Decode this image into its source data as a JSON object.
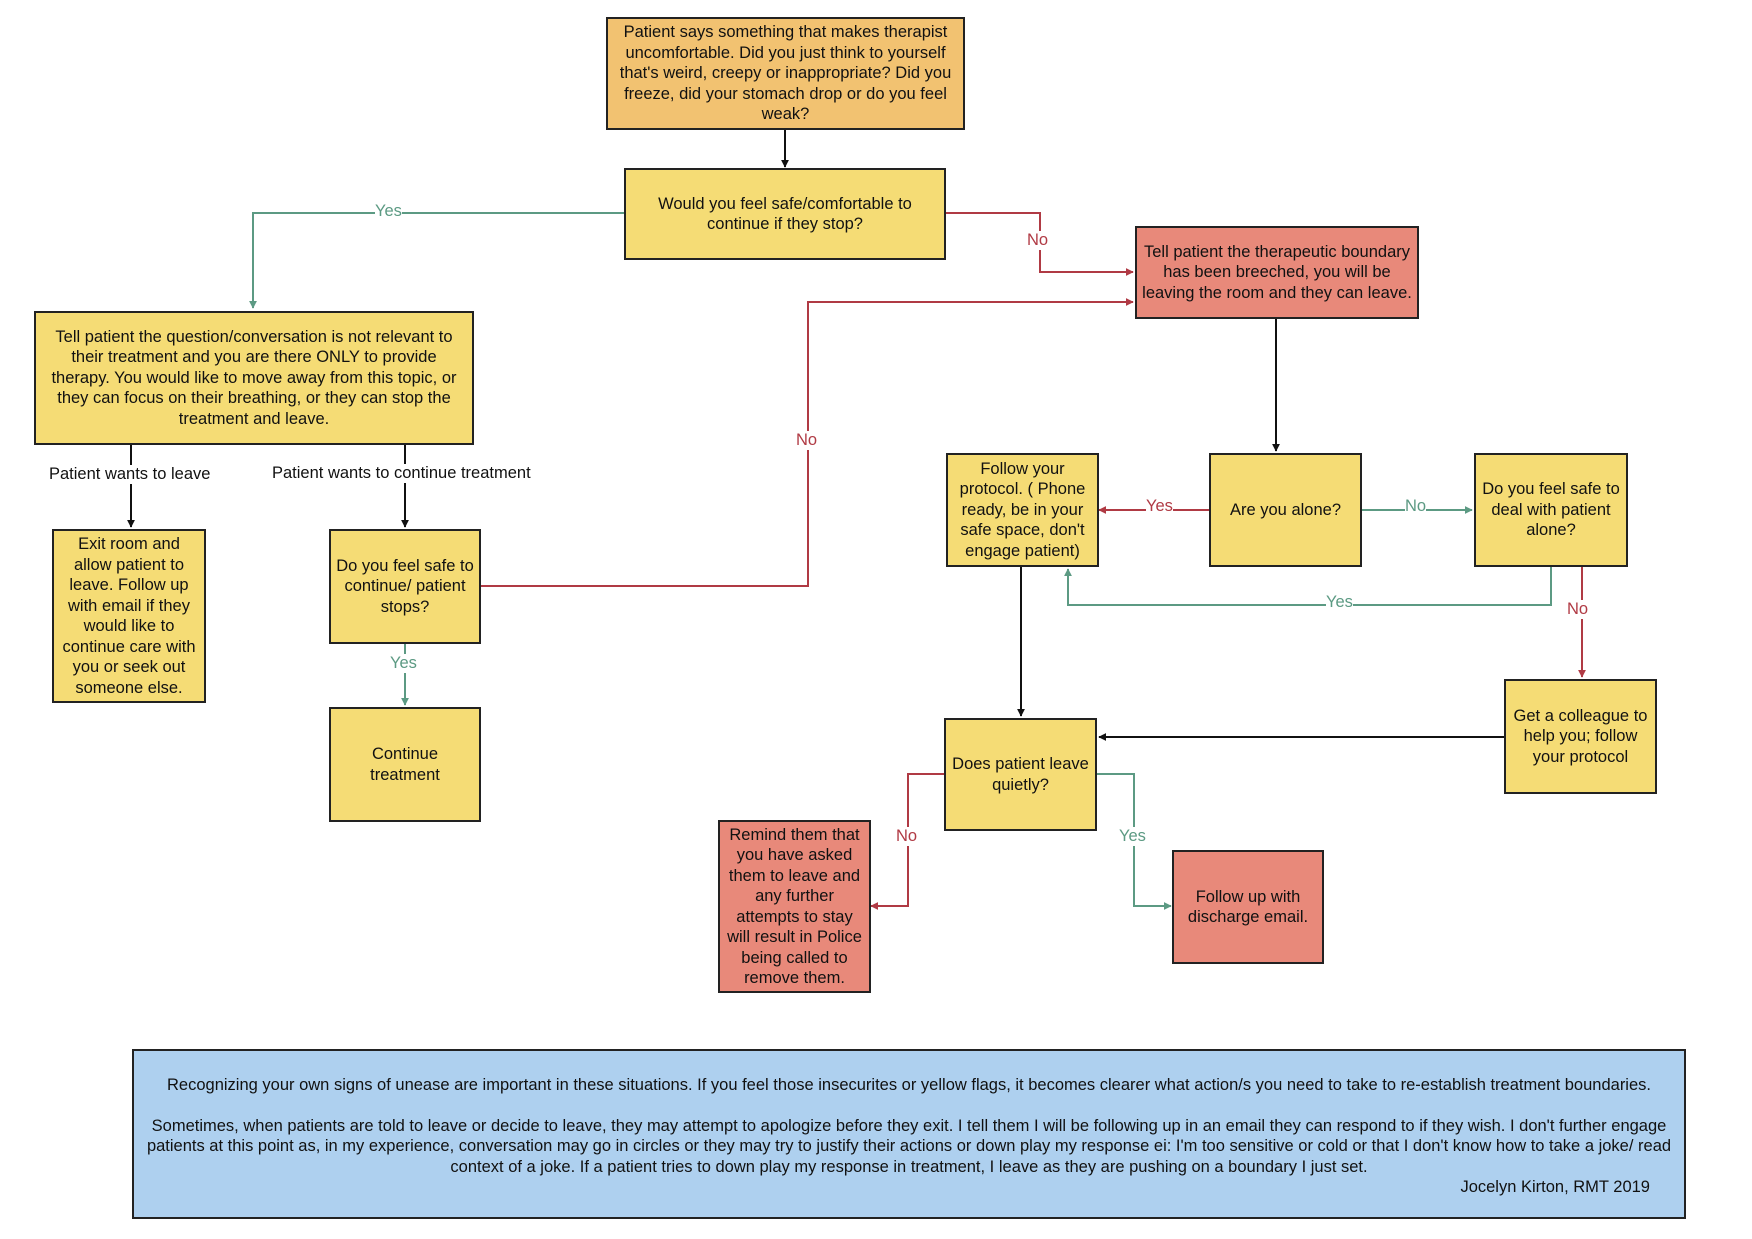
{
  "colors": {
    "yes": "#5c9a83",
    "no": "#b03a44",
    "plain": "#111111"
  },
  "nodes": {
    "start": "Patient says something that makes therapist uncomfortable. Did you just think to yourself that's weird, creepy or inappropriate? Did you freeze, did your stomach drop or do you feel weak?",
    "q_safe_stop": "Would you feel safe/comfortable to continue if they stop?",
    "tell_boundary": "Tell patient the therapeutic boundary has been breeched, you will be leaving the room and they can leave.",
    "tell_not_relevant": "Tell patient the question/conversation is not relevant to their treatment and you are there ONLY to provide therapy. You would like to move away from this topic, or they can focus on their breathing, or they can stop the treatment and leave.",
    "exit_room": "Exit room and allow patient to leave. Follow up with email if they would like to continue care with you or seek out someone else.",
    "q_continue_stops": "Do you feel safe to continue/ patient stops?",
    "continue_treatment": "Continue treatment",
    "follow_protocol": "Follow your protocol. ( Phone ready, be in your safe space, don't engage patient)",
    "q_alone": "Are you alone?",
    "q_safe_alone": "Do you feel safe to deal with patient alone?",
    "colleague": "Get a colleague to help you; follow your protocol",
    "q_leave_quietly": "Does patient leave quietly?",
    "remind": "Remind them that you have asked them to leave and any further attempts to stay will result in Police being called to remove them.",
    "follow_up_email": "Follow up with discharge email."
  },
  "edge_labels": {
    "yes": "Yes",
    "no": "No",
    "patient_wants_leave": "Patient wants to leave",
    "patient_wants_continue": "Patient wants to continue treatment"
  },
  "note": {
    "p1": "Recognizing your own signs of unease are important in these situations. If you feel those insecurites or yellow flags, it becomes clearer what action/s you need to take to re-establish treatment boundaries.",
    "p2": "Sometimes, when patients are told to leave or decide to leave, they may attempt to apologize before they exit. I tell them I will be following up in an email they can respond to if they wish. I don't further engage patients at this point as, in my experience, conversation may go in circles or they may try to justify their actions or down play my response ei: I'm too sensitive or cold or that I don't know how to take a joke/ read context of a joke.  If a patient tries to down play my response in treatment, I leave as they are pushing on a boundary I just set.",
    "signature": "Jocelyn Kirton, RMT 2019"
  }
}
